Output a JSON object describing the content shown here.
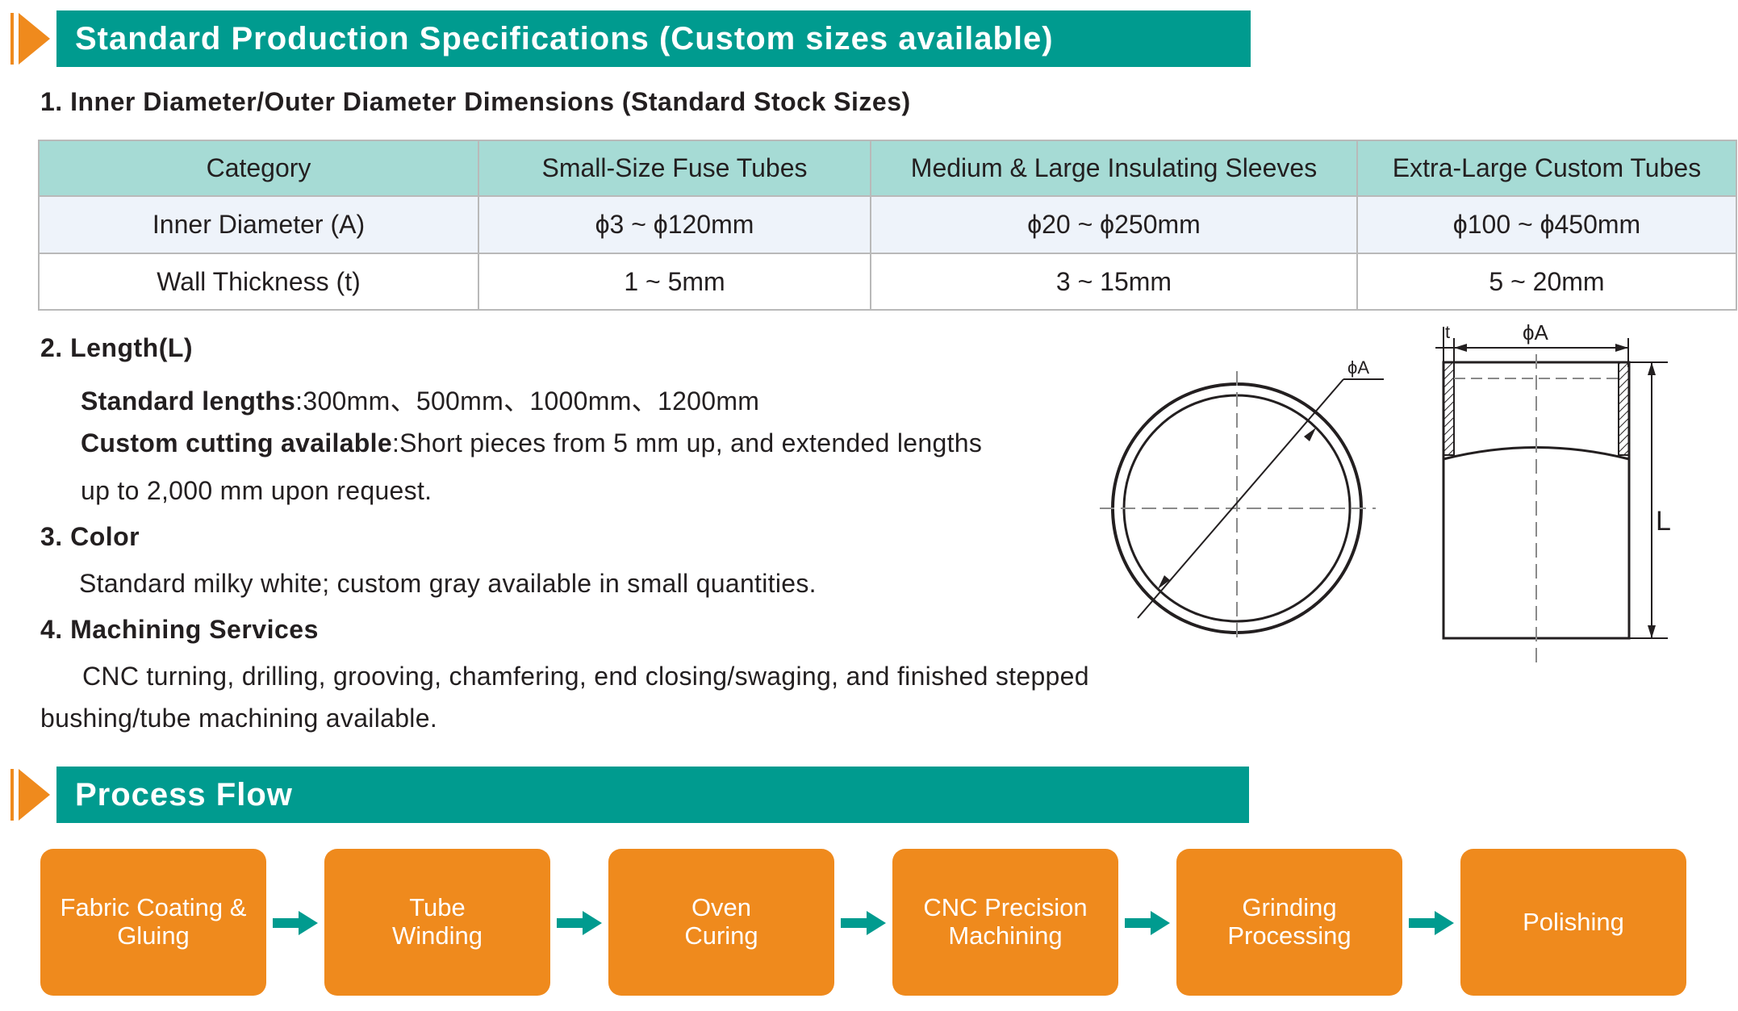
{
  "section1": {
    "title": "Standard Production Specifications (Custom sizes available)"
  },
  "dimensions": {
    "heading": "1. Inner Diameter/Outer Diameter Dimensions (Standard Stock Sizes)",
    "columns": [
      "Category",
      "Small-Size Fuse Tubes",
      "Medium & Large Insulating Sleeves",
      "Extra-Large Custom Tubes"
    ],
    "rows": [
      [
        "Inner Diameter (A)",
        "ϕ3 ~ ϕ120mm",
        "ϕ20 ~ ϕ250mm",
        "ϕ100 ~ ϕ450mm"
      ],
      [
        "Wall Thickness (t)",
        "1 ~ 5mm",
        "3 ~ 15mm",
        "5 ~ 20mm"
      ]
    ]
  },
  "length": {
    "heading": "2. Length(L)",
    "standard_label": "Standard lengths",
    "standard_value": ":300mm、500mm、1000mm、1200mm",
    "custom_label": "Custom cutting available",
    "custom_value": ":Short pieces from 5 mm up, and extended lengths",
    "custom_value_cont": "up to 2,000 mm upon request."
  },
  "color": {
    "heading": "3. Color",
    "text": "Standard milky white; custom gray available in small quantities."
  },
  "machining": {
    "heading": "4. Machining Services",
    "text_line1": "CNC turning, drilling, grooving, chamfering, end closing/swaging, and finished stepped",
    "text_line2": "bushing/tube machining available."
  },
  "diagram": {
    "circle_label": "ϕA",
    "side_label_diameter": "ϕA",
    "side_label_thickness": "t",
    "side_label_length": "L"
  },
  "section2": {
    "title": "Process Flow"
  },
  "process_steps": [
    "Fabric Coating &\nGluing",
    "Tube\nWinding",
    "Oven\nCuring",
    "CNC Precision\nMachining",
    "Grinding\nProcessing",
    "Polishing"
  ],
  "colors": {
    "teal": "#009b8f",
    "orange": "#ef8a1d",
    "table_header": "#a6dbd5",
    "table_row_alt": "#eef3fa"
  }
}
